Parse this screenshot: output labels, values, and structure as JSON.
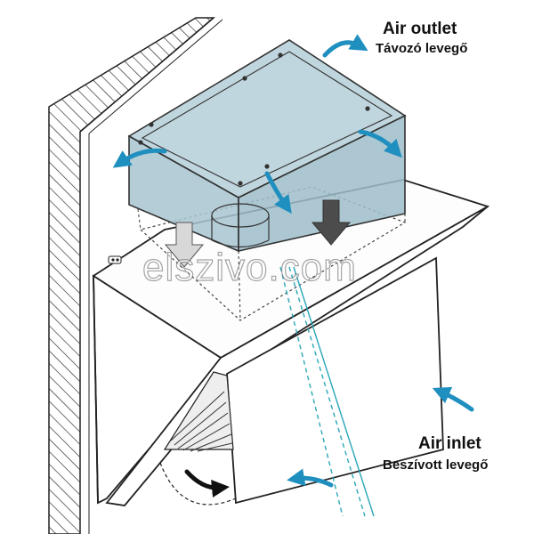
{
  "labels": {
    "outlet_en": "Air outlet",
    "outlet_hu": "Távozó levegő",
    "inlet_en": "Air inlet",
    "inlet_hu": "Beszívott levegő"
  },
  "watermark": "elszivo.com",
  "colors": {
    "arrow": "#1f8fc0",
    "box_fill": "#b5cfd8",
    "box_stroke": "#333333",
    "line": "#222222",
    "dashed_lines": "#2aa6b8"
  }
}
